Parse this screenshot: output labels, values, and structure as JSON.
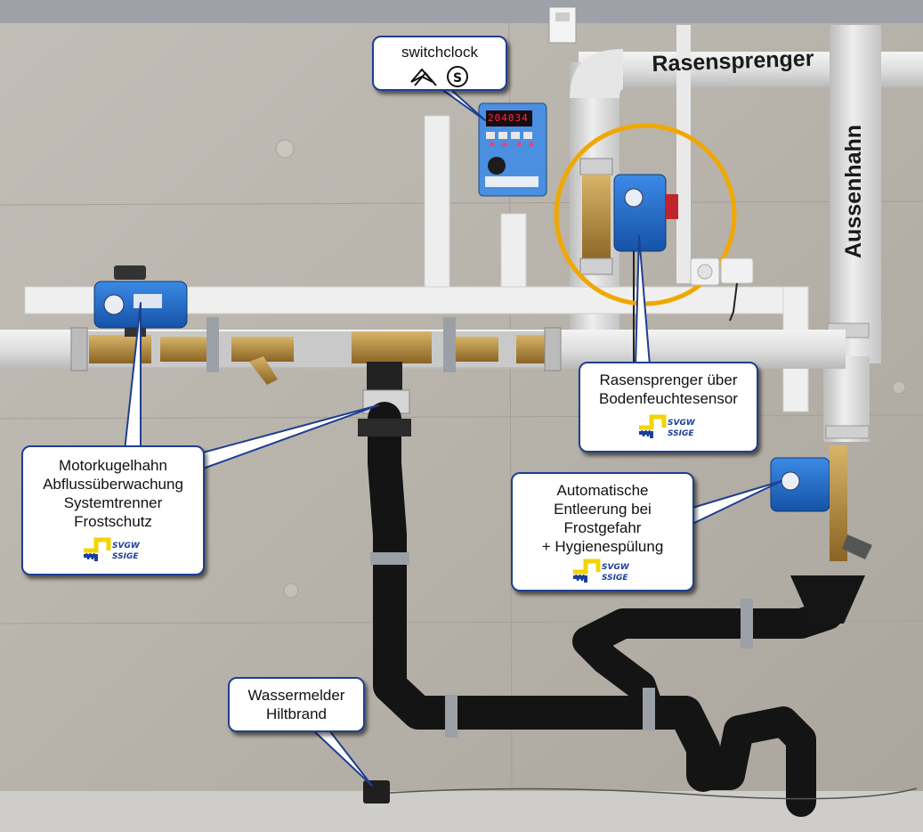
{
  "labels": {
    "rasensprenger": "Rasensprenger",
    "aussenhahn": "Aussenhahn"
  },
  "switchclock": {
    "title": "switchclock",
    "display": "204034"
  },
  "callouts": {
    "motor": [
      "Motorkugelhahn",
      "Abflussüberwachung",
      "Systemtrenner",
      "Frostschutz"
    ],
    "rasen_sensor": [
      "Rasensprenger über",
      "Bodenfeuchtesensor"
    ],
    "entleerung": [
      "Automatische",
      "Entleerung bei",
      "Frostgefahr",
      "+ Hygienespülung"
    ],
    "wassermelder": [
      "Wassermelder",
      "Hiltbrand"
    ]
  },
  "logo": {
    "top": "SVGW",
    "bottom": "SSIGE",
    "colors": {
      "blue": "#1d3e9a",
      "yellow": "#f3d400"
    }
  },
  "colors": {
    "callout_border": "#1f3f8f",
    "highlight_ring": "#f0a800",
    "actuator_blue": "#1f6fd0",
    "pipe_white": "#e7e7e7",
    "drain_black": "#141414",
    "brass": "#b08a3c"
  }
}
